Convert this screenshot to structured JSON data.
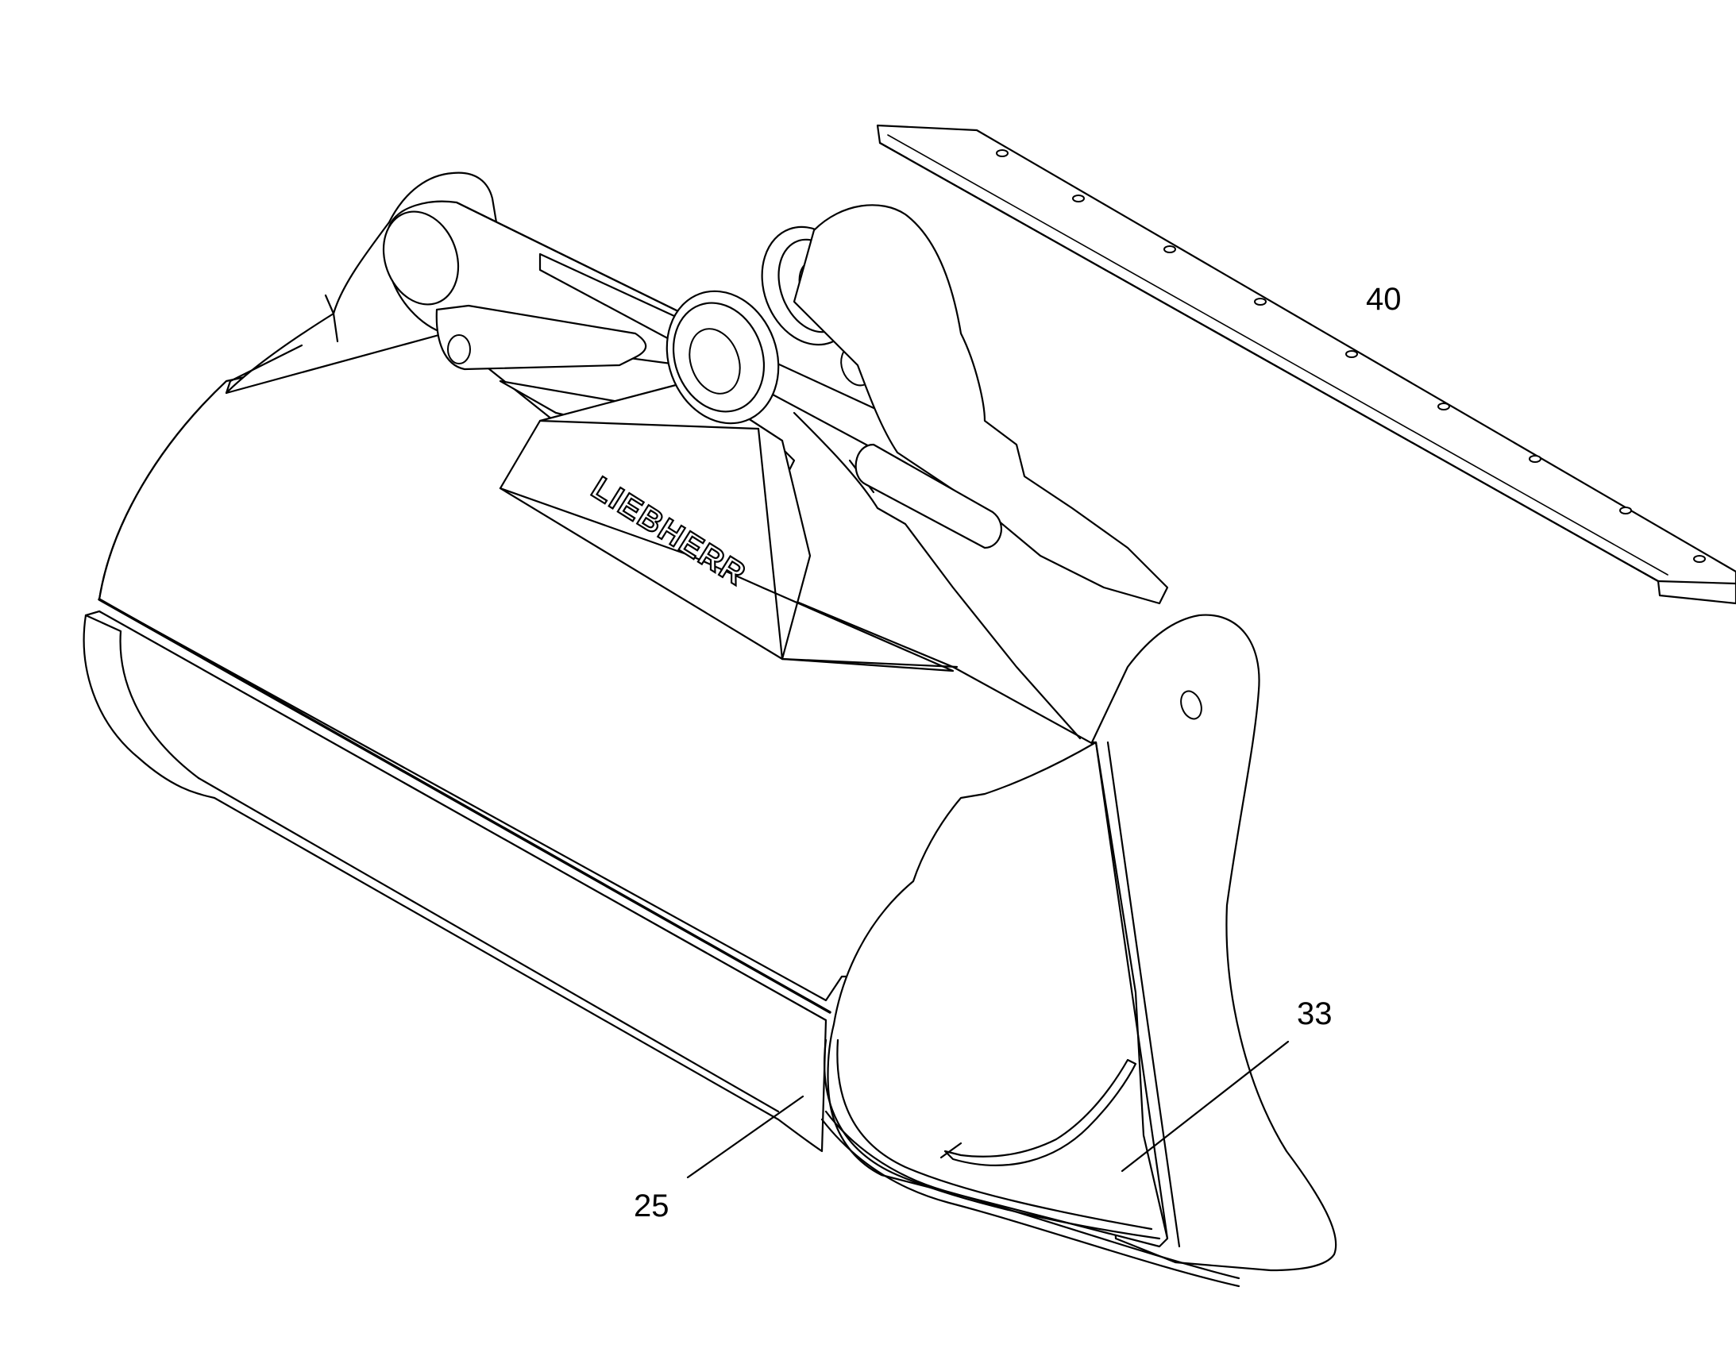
{
  "drawing": {
    "logo_text": "LIEBHERR",
    "callouts": [
      {
        "id": "callout-40",
        "label": "40"
      },
      {
        "id": "callout-33",
        "label": "33"
      },
      {
        "id": "callout-25",
        "label": "25"
      }
    ],
    "colors": {
      "line": "#000000",
      "background": "#ffffff"
    }
  }
}
